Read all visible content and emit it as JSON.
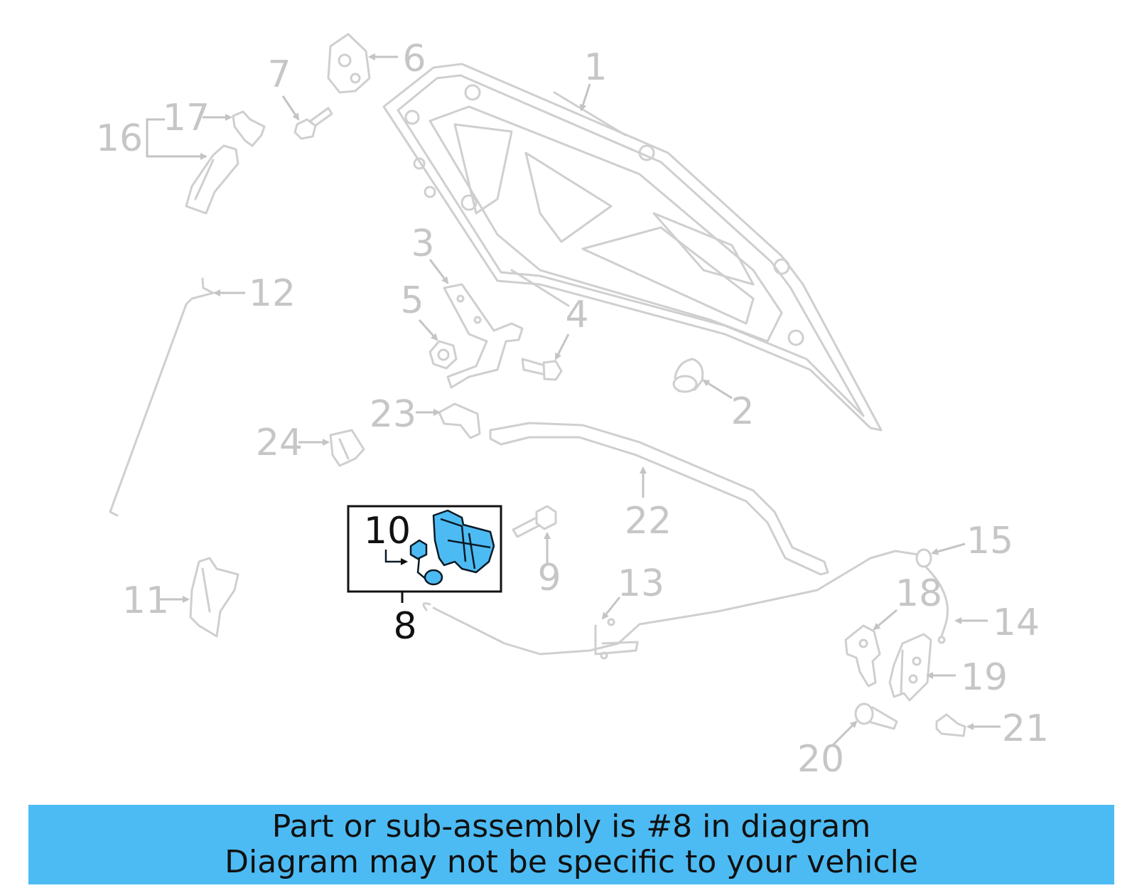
{
  "callouts": {
    "c1": "1",
    "c2": "2",
    "c3": "3",
    "c4": "4",
    "c5": "5",
    "c6": "6",
    "c7": "7",
    "c8": "8",
    "c9": "9",
    "c10": "10",
    "c11": "11",
    "c12": "12",
    "c13": "13",
    "c14": "14",
    "c15": "15",
    "c16": "16",
    "c17": "17",
    "c18": "18",
    "c19": "19",
    "c20": "20",
    "c21": "21",
    "c22": "22",
    "c23": "23",
    "c24": "24"
  },
  "highlight": {
    "part_number": "8",
    "fill_color": "#4dbbf3",
    "outline_color": "#0b1a24"
  },
  "banner": {
    "line1": "Part or sub-assembly is #8 in diagram",
    "line2": "Diagram may not be specific to your vehicle",
    "background_color": "#4dbbf3"
  }
}
